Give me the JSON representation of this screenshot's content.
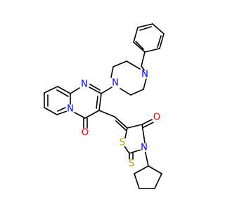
{
  "molecule": {
    "atoms": {
      "N_pip_top": {
        "symbol": "N",
        "color": "#0000ff"
      },
      "N_pip_bottom": {
        "symbol": "N",
        "color": "#0000ff"
      },
      "N_pyrimidine": {
        "symbol": "N",
        "color": "#0000ff"
      },
      "N_bridgehead": {
        "symbol": "N",
        "color": "#0000ff"
      },
      "O_pyridopyrimidinone": {
        "symbol": "O",
        "color": "#ff0000"
      },
      "O_thiazolidinone": {
        "symbol": "O",
        "color": "#ff0000"
      },
      "S_ring": {
        "symbol": "S",
        "color": "#b8a000"
      },
      "S_thioxo": {
        "symbol": "S",
        "color": "#b8a000"
      },
      "N_thiazolidine": {
        "symbol": "N",
        "color": "#0000ff"
      }
    }
  }
}
